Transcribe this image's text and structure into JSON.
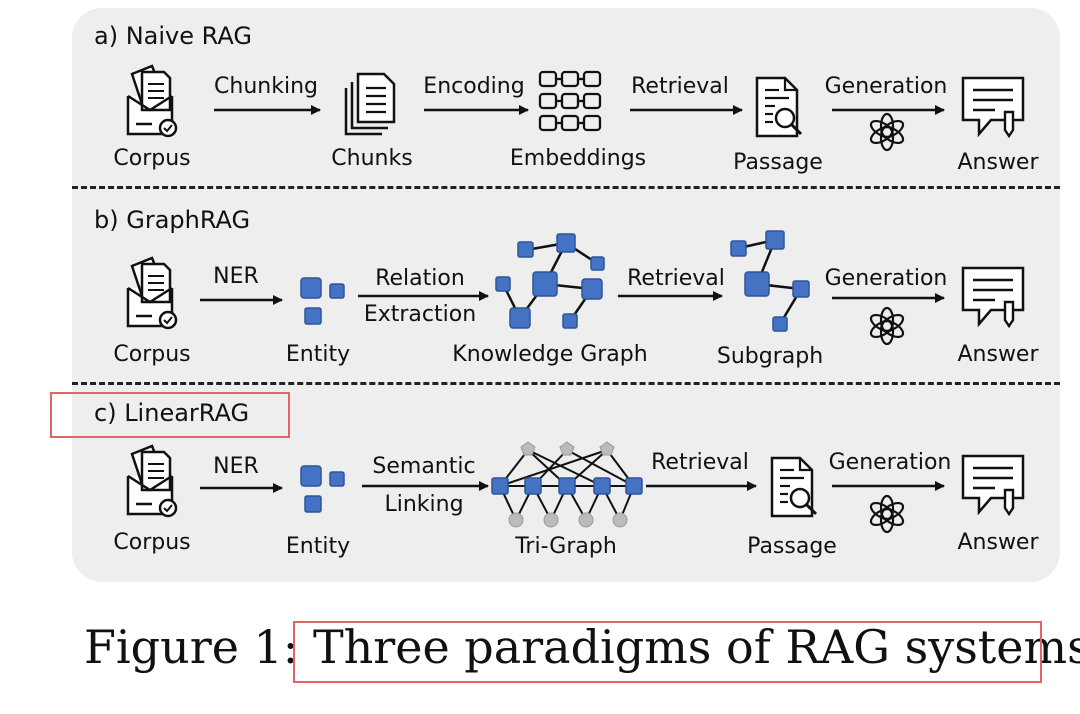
{
  "sections": [
    {
      "title": "a) Naive RAG",
      "nodes": [
        "Corpus",
        "Chunks",
        "Embeddings",
        "Passage",
        "Answer"
      ],
      "edges": [
        "Chunking",
        "Encoding",
        "Retrieval",
        "Generation"
      ]
    },
    {
      "title": "b) GraphRAG",
      "nodes": [
        "Corpus",
        "Entity",
        "Knowledge Graph",
        "Subgraph",
        "Answer"
      ],
      "edges": [
        "NER",
        "Relation",
        "Extraction",
        "Retrieval",
        "Generation"
      ]
    },
    {
      "title": "c) LinearRAG",
      "nodes": [
        "Corpus",
        "Entity",
        "Tri-Graph",
        "Passage",
        "Answer"
      ],
      "edges": [
        "NER",
        "Semantic",
        "Linking",
        "Retrieval",
        "Generation"
      ]
    }
  ],
  "caption": {
    "prefix": "Figure 1:",
    "text": "Three paradigms of RAG systems."
  },
  "colors": {
    "node_blue": "#4472c4",
    "highlight": "#e06666",
    "panel": "#eeeeee",
    "gray_node": "#bbbbbb"
  }
}
